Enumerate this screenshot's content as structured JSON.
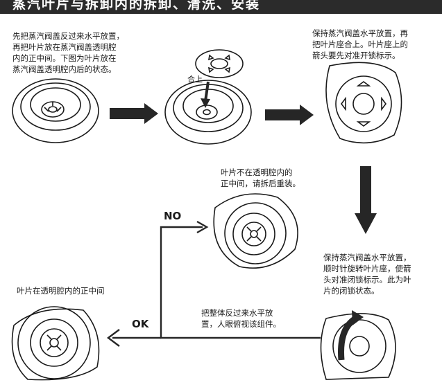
{
  "header": {
    "title": "蒸汽叶片与拆卸内的拆卸、清洗、安装"
  },
  "steps": {
    "step1": "先把蒸汽阀盖反过来水平放置，\n再把叶片放在蒸汽阀盖透明腔\n内的正中间。下图为叶片放在\n蒸汽阀盖透明腔内后的状态。",
    "step2_label": "合上",
    "step3": "保持蒸汽阀盖水平放置，再\n把叶片座合上。叶片座上的\n箭头要先对准开锁标示。",
    "step4": "保持蒸汽阀盖水平放置，\n顺时针旋转叶片座，使箭\n头对准闭锁标示。此为叶\n片的闭锁状态。",
    "step5": "把整体反过来水平放\n置，人眼俯视该组件。",
    "not_centered": "叶片不在透明腔内的\n正中间，请拆后重装。",
    "centered": "叶片在透明腔内的正中间"
  },
  "branches": {
    "no": "NO",
    "ok": "OK"
  },
  "colors": {
    "header_bg": "#2b2b2b",
    "ink": "#1a1a1a",
    "arrow": "#262626"
  }
}
